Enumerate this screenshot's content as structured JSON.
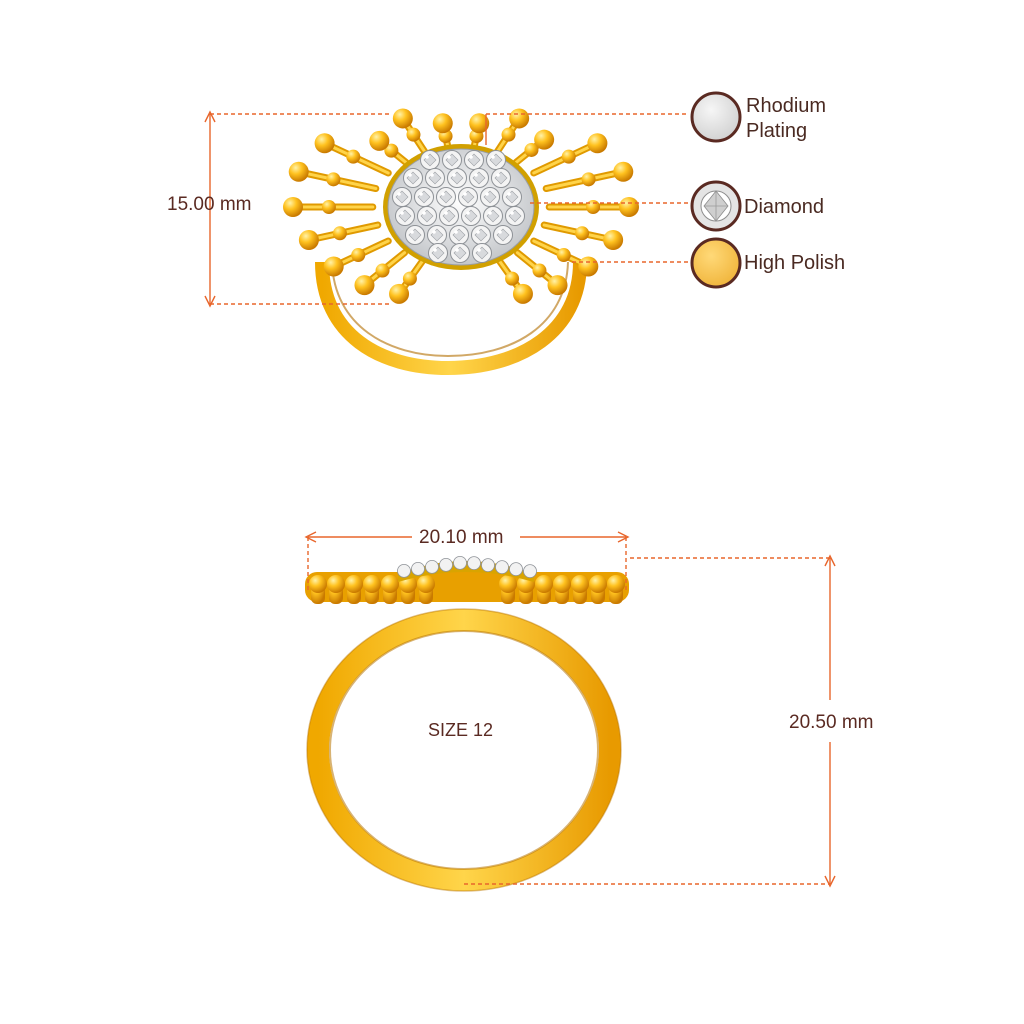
{
  "dimensions": {
    "height": "15.00 mm",
    "width": "20.10 mm",
    "ring_height": "20.50 mm",
    "size_label": "SIZE 12"
  },
  "legend": [
    {
      "label_line1": "Rhodium",
      "label_line2": "Plating",
      "swatch": "rhodium-icon",
      "color": "#e6e6e6"
    },
    {
      "label_line1": "Diamond",
      "label_line2": "",
      "swatch": "diamond-icon",
      "color": "#dcdcdc"
    },
    {
      "label_line1": "High Polish",
      "label_line2": "",
      "swatch": "gold-icon",
      "color": "#f5c04a"
    }
  ],
  "colors": {
    "dimension_line": "#e8662c",
    "text": "#5a2a22",
    "gold_light": "#ffd24d",
    "gold_dark": "#d98a00",
    "swatch_border": "#5a2a22"
  }
}
